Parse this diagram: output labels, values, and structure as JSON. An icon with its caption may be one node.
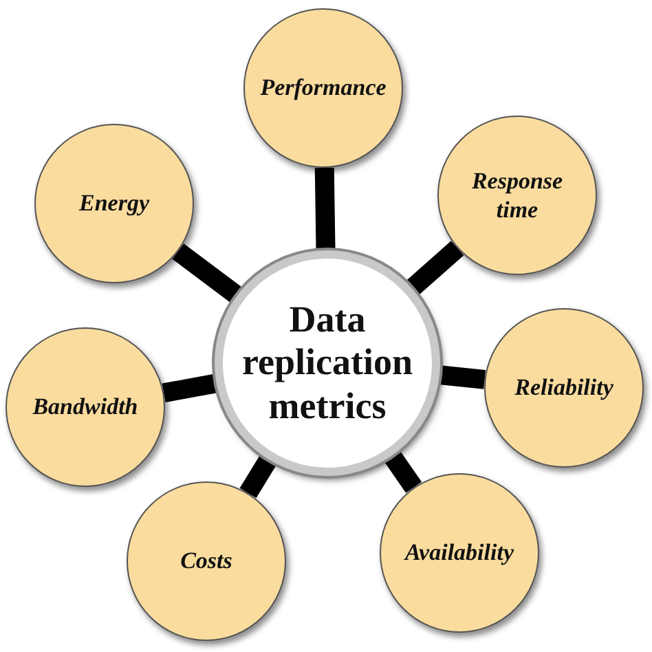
{
  "diagram": {
    "nodes": [
      {
        "text": [
          "Data replication metrics"
        ]
      },
      {
        "text": [
          "Performance"
        ]
      },
      {
        "text": [
          "Response time"
        ]
      },
      {
        "text": [
          "Reliability"
        ]
      },
      {
        "text": [
          "Availability"
        ]
      },
      {
        "text": [
          "Costs"
        ]
      },
      {
        "text": [
          "Bandwidth"
        ]
      },
      {
        "text": [
          "Energy"
        ]
      }
    ],
    "edges": [
      {
        "from": 0,
        "to": 1,
        "arrow": "none"
      },
      {
        "from": 0,
        "to": 2,
        "arrow": "none"
      },
      {
        "from": 0,
        "to": 3,
        "arrow": "none"
      },
      {
        "from": 0,
        "to": 4,
        "arrow": "none"
      },
      {
        "from": 0,
        "to": 5,
        "arrow": "none"
      },
      {
        "from": 0,
        "to": 6,
        "arrow": "none"
      },
      {
        "from": 0,
        "to": 7,
        "arrow": "none"
      }
    ]
  }
}
